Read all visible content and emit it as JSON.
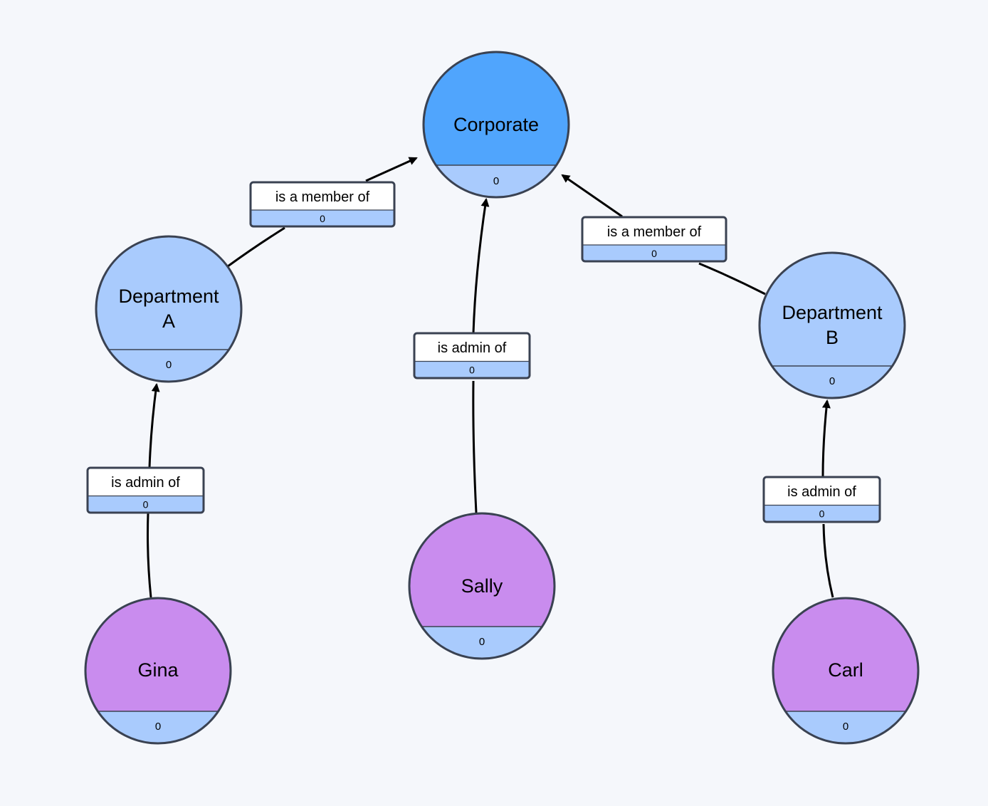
{
  "colors": {
    "background": "#f5f7fb",
    "org_root": "#50a5fd",
    "department": "#a9cbfd",
    "person": "#c98cee",
    "count_band": "#a9cbfd",
    "outline": "#3a4252",
    "edge": "#000000"
  },
  "nodes": [
    {
      "id": "corporate",
      "label": [
        "Corporate"
      ],
      "count": "0",
      "kind": "org_root"
    },
    {
      "id": "dept-a",
      "label": [
        "Department",
        "A"
      ],
      "count": "0",
      "kind": "department"
    },
    {
      "id": "dept-b",
      "label": [
        "Department",
        "B"
      ],
      "count": "0",
      "kind": "department"
    },
    {
      "id": "sally",
      "label": [
        "Sally"
      ],
      "count": "0",
      "kind": "person"
    },
    {
      "id": "gina",
      "label": [
        "Gina"
      ],
      "count": "0",
      "kind": "person"
    },
    {
      "id": "carl",
      "label": [
        "Carl"
      ],
      "count": "0",
      "kind": "person"
    }
  ],
  "edges": [
    {
      "id": "dept-a-to-corporate",
      "from": "dept-a",
      "to": "corporate",
      "label": "is a member of",
      "count": "0"
    },
    {
      "id": "dept-b-to-corporate",
      "from": "dept-b",
      "to": "corporate",
      "label": "is a member of",
      "count": "0"
    },
    {
      "id": "sally-to-corporate",
      "from": "sally",
      "to": "corporate",
      "label": "is admin of",
      "count": "0"
    },
    {
      "id": "gina-to-dept-a",
      "from": "gina",
      "to": "dept-a",
      "label": "is admin of",
      "count": "0"
    },
    {
      "id": "carl-to-dept-b",
      "from": "carl",
      "to": "dept-b",
      "label": "is admin of",
      "count": "0"
    }
  ]
}
